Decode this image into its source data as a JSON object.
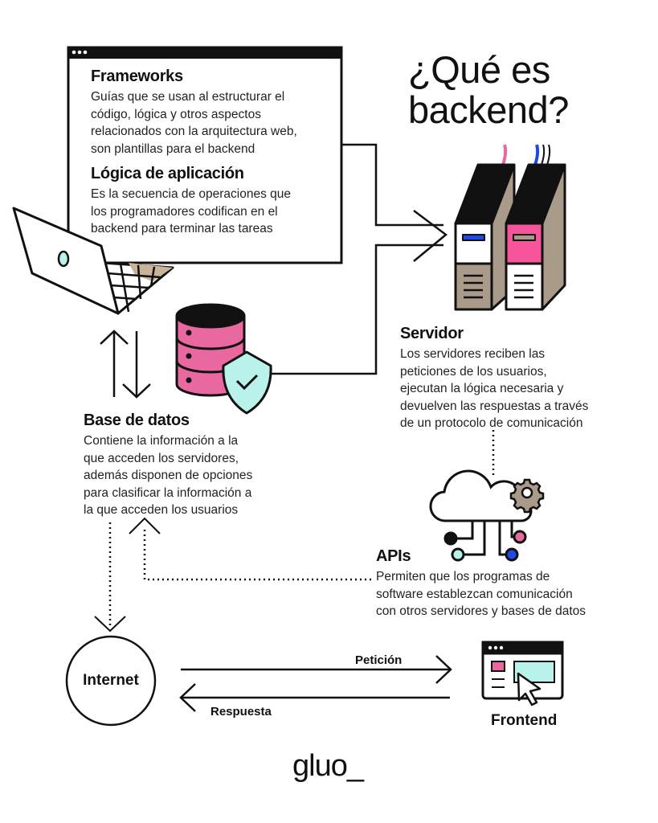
{
  "title": [
    "¿Qué es",
    "backend?"
  ],
  "frameworks": {
    "heading": "Frameworks",
    "lines": [
      "Guías que se usan al estructurar el",
      "código, lógica y otros aspectos",
      "relacionados con la arquitectura web,",
      "son plantillas para el backend"
    ]
  },
  "logica": {
    "heading": "Lógica de aplicación",
    "lines": [
      "Es la secuencia de operaciones que",
      "los programadores codifican en el",
      "backend para terminar las tareas"
    ]
  },
  "servidor": {
    "heading": "Servidor",
    "lines": [
      "Los servidores reciben las",
      "peticiones de los usuarios,",
      "ejecutan la lógica necesaria y",
      "devuelven las respuestas a través",
      "de un protocolo de comunicación"
    ]
  },
  "base": {
    "heading": "Base de datos",
    "lines": [
      "Contiene la información a la",
      "que acceden los servidores,",
      "además disponen de opciones",
      "para clasificar la información a",
      "la que acceden los usuarios"
    ]
  },
  "apis": {
    "heading": "APIs",
    "lines": [
      "Permiten que los programas de",
      "software establezcan comunicación",
      "con otros servidores y bases de datos"
    ]
  },
  "internet": "Internet",
  "peticion": "Petición",
  "respuesta": "Respuesta",
  "frontend": "Frontend",
  "logo": "gluo_",
  "colors": {
    "pink": "#e9689f",
    "hotpink": "#f7559b",
    "tan": "#a99a8a",
    "mint": "#b9f2ea",
    "blue": "#1e49e6",
    "keyboard_tan": "#c9b49a"
  }
}
